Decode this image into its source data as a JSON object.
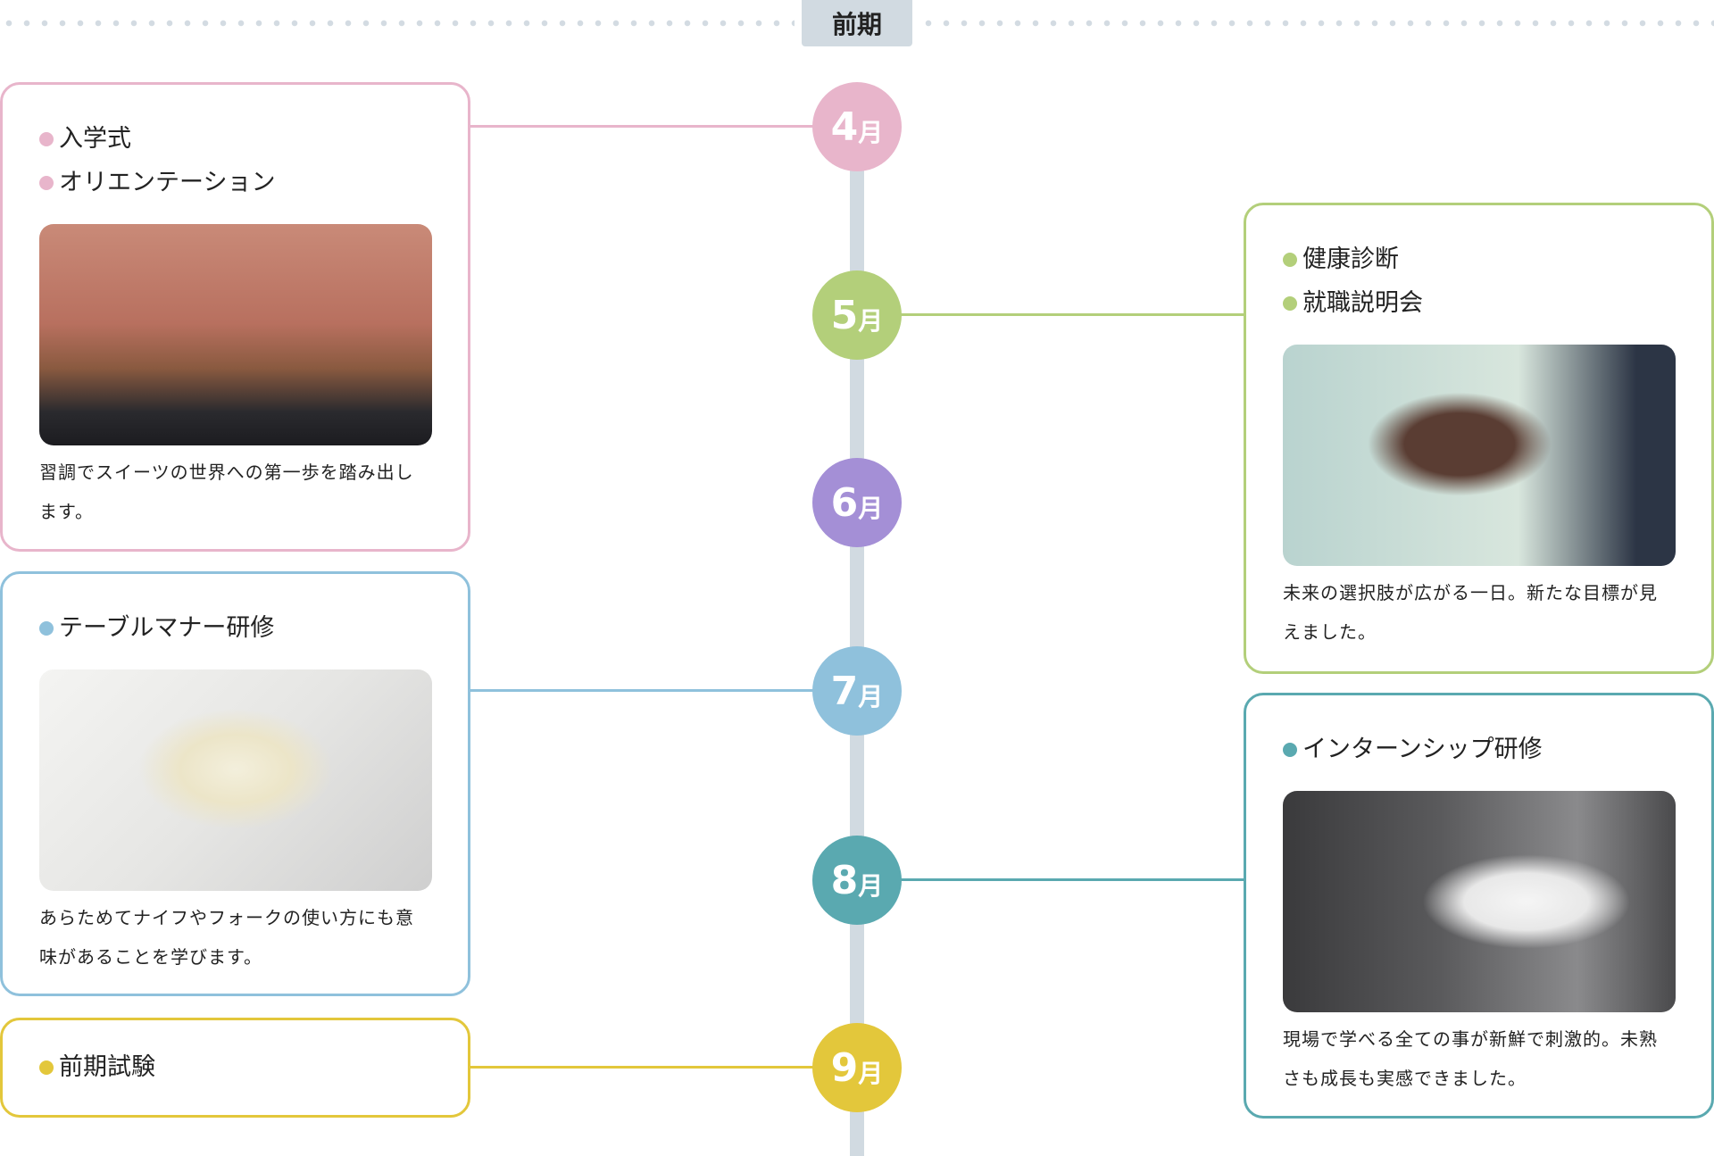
{
  "term_label": "前期",
  "colors": {
    "april": "#e8b5cb",
    "may": "#b3cf7a",
    "june": "#a48fd6",
    "july": "#8fc1dc",
    "august": "#5aa9b0",
    "september": "#e3c73b",
    "axis": "#d1dae1"
  },
  "months": [
    {
      "num": "4",
      "unit": "月"
    },
    {
      "num": "5",
      "unit": "月"
    },
    {
      "num": "6",
      "unit": "月"
    },
    {
      "num": "7",
      "unit": "月"
    },
    {
      "num": "8",
      "unit": "月"
    },
    {
      "num": "9",
      "unit": "月"
    }
  ],
  "cards": {
    "april": {
      "items": [
        "入学式",
        "オリエンテーション"
      ],
      "photo": "entrance-ceremony-photo",
      "desc": "習調でスイーツの世界への第一歩を踏み出します。"
    },
    "may": {
      "items": [
        "健康診断",
        "就職説明会"
      ],
      "photo": "job-briefing-photo",
      "desc": "未来の選択肢が広がる一日。新たな目標が見えました。"
    },
    "july": {
      "items": [
        "テーブルマナー研修"
      ],
      "photo": "table-setting-photo",
      "desc": "あらためてナイフやフォークの使い方にも意味があることを学びます。"
    },
    "august": {
      "items": [
        "インターンシップ研修"
      ],
      "photo": "kitchen-internship-photo",
      "desc": "現場で学べる全ての事が新鮮で刺激的。未熟さも成長も実感できました。"
    },
    "september": {
      "items": [
        "前期試験"
      ]
    }
  }
}
